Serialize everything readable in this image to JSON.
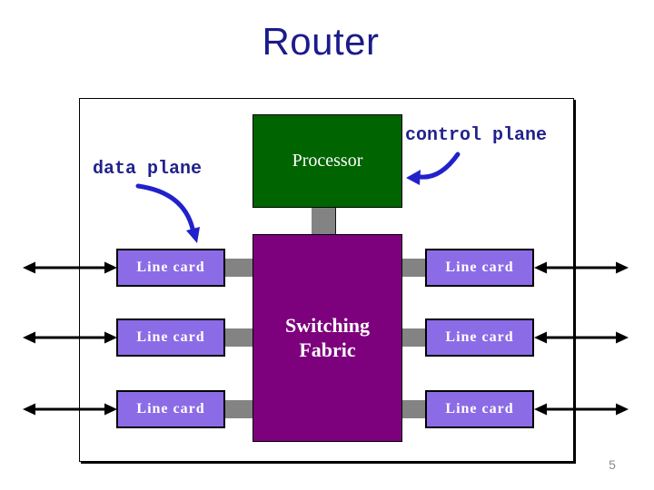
{
  "slide": {
    "title": "Router",
    "page_number": "5"
  },
  "diagram": {
    "processor": {
      "label": "Processor"
    },
    "switching_fabric": {
      "label": "Switching Fabric"
    },
    "control_plane": {
      "label": "control plane"
    },
    "data_plane": {
      "label": "data plane"
    },
    "line_cards": {
      "left": [
        "Line card",
        "Line card",
        "Line card"
      ],
      "right": [
        "Line card",
        "Line card",
        "Line card"
      ]
    }
  },
  "colors": {
    "title_text": "#1b1b8a",
    "plane_label_text": "#22228c",
    "processor_fill": "#006400",
    "switching_fabric_fill": "#7d007d",
    "line_card_fill": "#8c6ce6",
    "connector_fill": "#838383",
    "blue_arrow": "#2121cc",
    "arrow_black": "#000000",
    "box_border": "#000000",
    "page_number_text": "#8a8a8a"
  }
}
